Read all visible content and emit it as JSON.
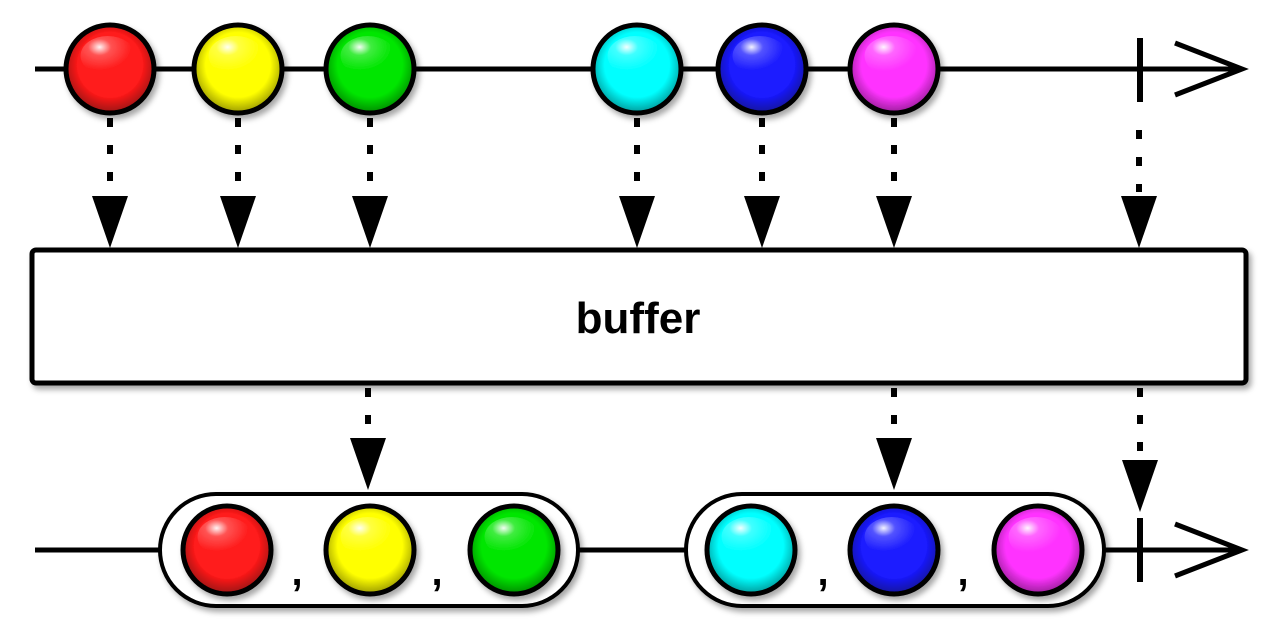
{
  "operator": {
    "label": "buffer"
  },
  "input": {
    "marbles": [
      {
        "name": "red-marble",
        "color": "#ff1a1a"
      },
      {
        "name": "yellow-marble",
        "color": "#ffff00"
      },
      {
        "name": "green-marble",
        "color": "#00e600"
      },
      {
        "name": "cyan-marble",
        "color": "#00ffff"
      },
      {
        "name": "blue-marble",
        "color": "#1a1aff"
      },
      {
        "name": "magenta-marble",
        "color": "#ff33ff"
      }
    ]
  },
  "output": {
    "separator": ",",
    "groups": [
      {
        "marbles": [
          "#ff1a1a",
          "#ffff00",
          "#00e600"
        ]
      },
      {
        "marbles": [
          "#00ffff",
          "#1a1aff",
          "#ff33ff"
        ]
      }
    ]
  }
}
